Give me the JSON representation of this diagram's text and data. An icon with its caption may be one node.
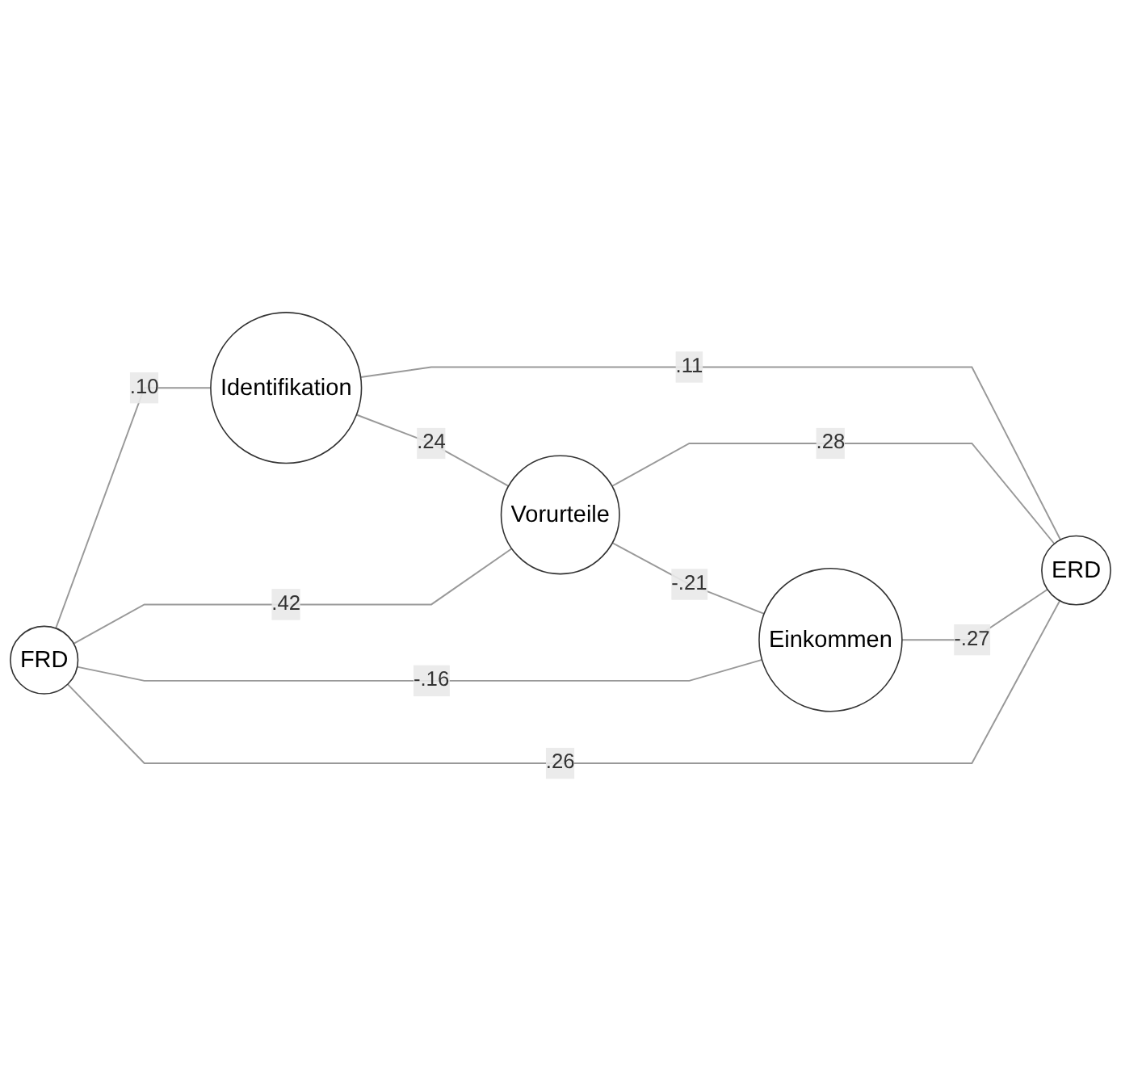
{
  "diagram": {
    "nodes": [
      {
        "text": [
          "Identifikation"
        ]
      },
      {
        "text": [
          "FRD"
        ]
      },
      {
        "text": [
          "Vorurteile"
        ]
      },
      {
        "text": [
          "ERD"
        ]
      },
      {
        "text": [
          "Einkommen"
        ]
      }
    ],
    "edges": [
      {
        "from": 1,
        "to": 0,
        "arrow": "none",
        "label": ".10"
      },
      {
        "from": 0,
        "to": 3,
        "arrow": "none",
        "label": ".11"
      },
      {
        "from": 0,
        "to": 2,
        "arrow": "none",
        "label": ".24"
      },
      {
        "from": 1,
        "to": 2,
        "arrow": "none",
        "label": ".42"
      },
      {
        "from": 2,
        "to": 3,
        "arrow": "none",
        "label": ".28"
      },
      {
        "from": 2,
        "to": 4,
        "arrow": "none",
        "label": "-.21"
      },
      {
        "from": 1,
        "to": 4,
        "arrow": "none",
        "label": "-.16"
      },
      {
        "from": 4,
        "to": 3,
        "arrow": "none",
        "label": "-.27"
      },
      {
        "from": 1,
        "to": 3,
        "arrow": "none",
        "label": ".26"
      }
    ]
  }
}
